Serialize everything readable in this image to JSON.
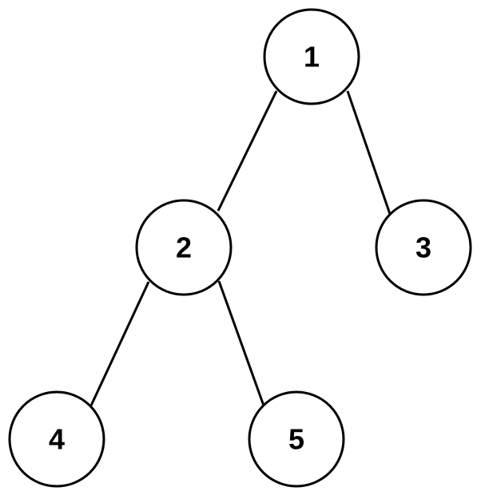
{
  "tree": {
    "nodes": [
      {
        "id": "n1",
        "label": "1"
      },
      {
        "id": "n2",
        "label": "2"
      },
      {
        "id": "n3",
        "label": "3"
      },
      {
        "id": "n4",
        "label": "4"
      },
      {
        "id": "n5",
        "label": "5"
      }
    ],
    "edges": [
      {
        "from": "n1",
        "to": "n2"
      },
      {
        "from": "n1",
        "to": "n3"
      },
      {
        "from": "n2",
        "to": "n4"
      },
      {
        "from": "n2",
        "to": "n5"
      }
    ]
  }
}
